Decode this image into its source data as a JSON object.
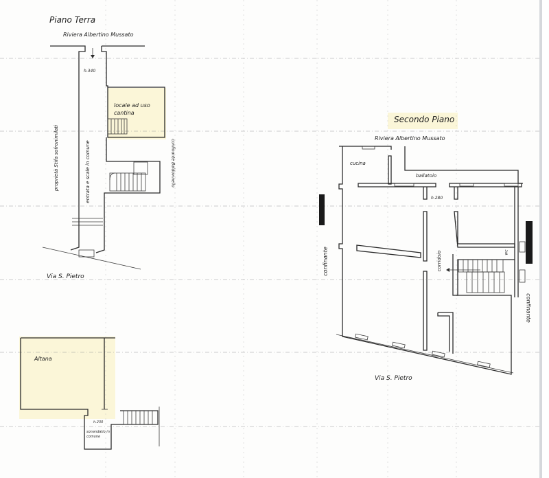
{
  "document": {
    "type": "floor-plan",
    "colors": {
      "paper": "#fdfdfc",
      "ink": "#2a2a2a",
      "highlight": "#fbf6d8",
      "edge": "#d6d8dc"
    }
  },
  "ground_floor": {
    "title": "Piano Terra",
    "street_top": "Riviera Albertino Mussato",
    "street_bottom": "Via S. Pietro",
    "height_label": "h.340",
    "room_cellar": "locale ad uso cantina",
    "corridor": "entrata e scale in comune",
    "neighbor_left": "proprietà Stifa sofronimilati",
    "neighbor_right": "confinante Baldovinello"
  },
  "attic": {
    "room": "Altana",
    "height_label": "h.230",
    "landing": "sonandatio in comune"
  },
  "second_floor": {
    "title": "Secondo Piano",
    "street_top": "Riviera Albertino Mussato",
    "street_bottom": "Via S. Pietro",
    "height_label": "h.280",
    "room_kitchen": "cucina",
    "room_balcony": "ballatoio",
    "corridor": "corridoio",
    "wc": "wc",
    "neighbor_left": "confinante",
    "neighbor_right": "confinante"
  }
}
